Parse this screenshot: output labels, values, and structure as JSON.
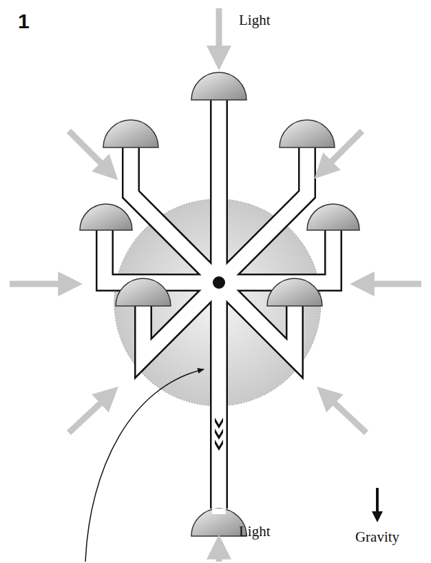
{
  "diagram": {
    "labels": [
      "1",
      "Light",
      "Light",
      "Gravity"
    ]
  }
}
